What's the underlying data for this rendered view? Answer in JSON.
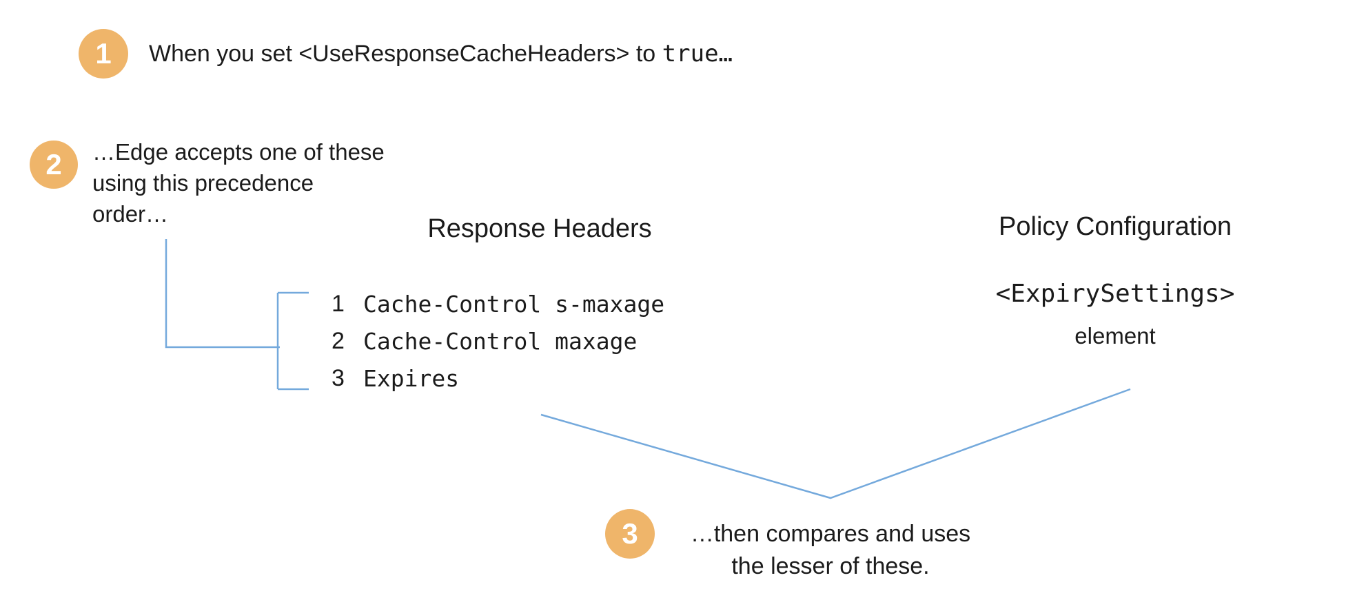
{
  "colors": {
    "badge": "#efb56a",
    "connector": "#74a9dc",
    "ink": "#1b1b1b"
  },
  "steps": {
    "one": {
      "number": "1",
      "prefix": "When you set <UseResponseCacheHeaders> to ",
      "code": "true…"
    },
    "two": {
      "number": "2",
      "lines": [
        "…Edge accepts one of these",
        "using this precedence",
        "order…"
      ]
    },
    "three": {
      "number": "3",
      "lines": [
        "…then compares and uses",
        "the lesser of these."
      ]
    }
  },
  "response_headers": {
    "title": "Response Headers",
    "items": [
      {
        "rank": "1",
        "value": "Cache-Control s-maxage"
      },
      {
        "rank": "2",
        "value": "Cache-Control maxage"
      },
      {
        "rank": "3",
        "value": "Expires"
      }
    ]
  },
  "policy_configuration": {
    "title": "Policy Configuration",
    "element_name": "<ExpirySettings>",
    "element_label": "element"
  }
}
